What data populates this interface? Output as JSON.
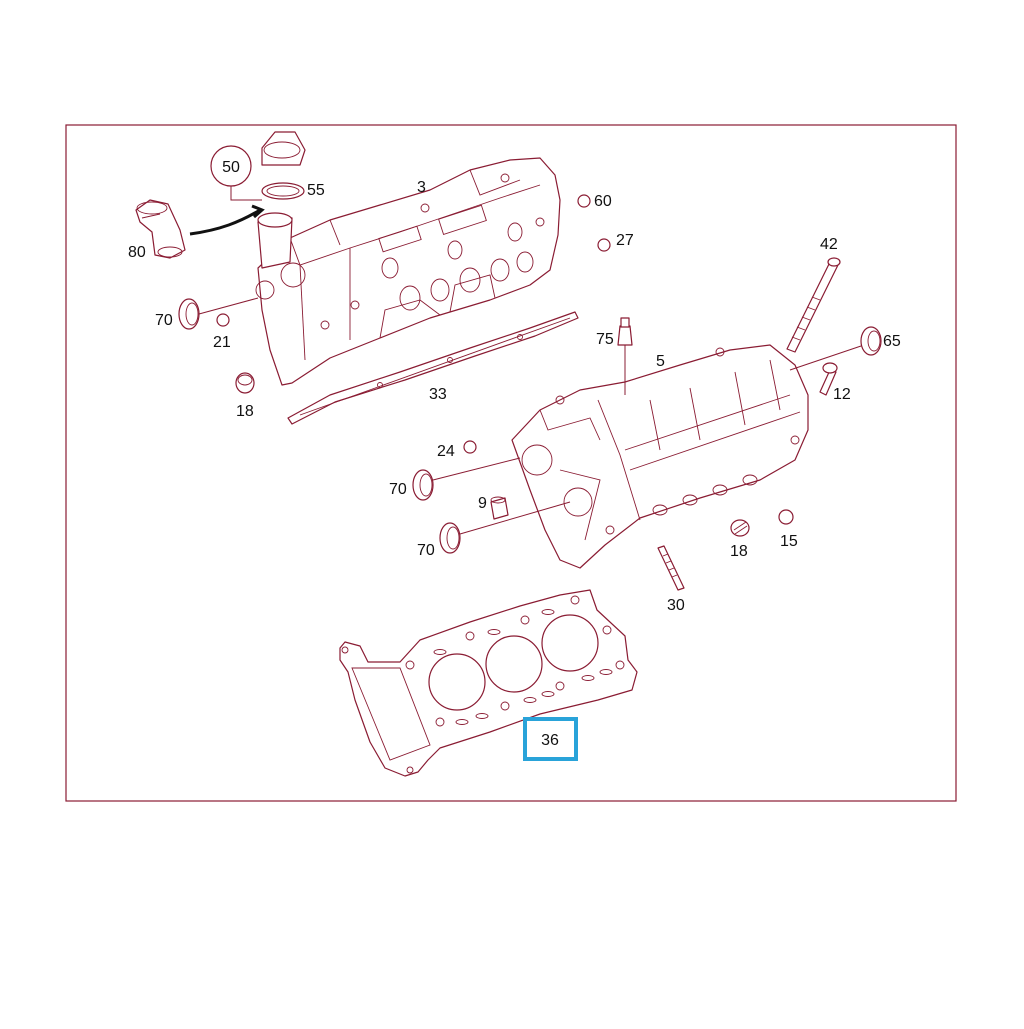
{
  "diagram": {
    "callouts": [
      {
        "id": "c50",
        "text": "50"
      },
      {
        "id": "c55",
        "text": "55"
      },
      {
        "id": "c3",
        "text": "3"
      },
      {
        "id": "c60",
        "text": "60"
      },
      {
        "id": "c27",
        "text": "27"
      },
      {
        "id": "c80",
        "text": "80"
      },
      {
        "id": "c70a",
        "text": "70"
      },
      {
        "id": "c21",
        "text": "21"
      },
      {
        "id": "c18a",
        "text": "18"
      },
      {
        "id": "c33",
        "text": "33"
      },
      {
        "id": "c42",
        "text": "42"
      },
      {
        "id": "c75",
        "text": "75"
      },
      {
        "id": "c5",
        "text": "5"
      },
      {
        "id": "c65",
        "text": "65"
      },
      {
        "id": "c12",
        "text": "12"
      },
      {
        "id": "c24",
        "text": "24"
      },
      {
        "id": "c70b",
        "text": "70"
      },
      {
        "id": "c9",
        "text": "9"
      },
      {
        "id": "c70c",
        "text": "70"
      },
      {
        "id": "c18b",
        "text": "18"
      },
      {
        "id": "c15",
        "text": "15"
      },
      {
        "id": "c30",
        "text": "30"
      },
      {
        "id": "c36",
        "text": "36"
      }
    ],
    "colors": {
      "line": "#8a1c33",
      "highlight": "#29a3d9",
      "text": "#111111"
    },
    "highlighted_part": "36"
  }
}
